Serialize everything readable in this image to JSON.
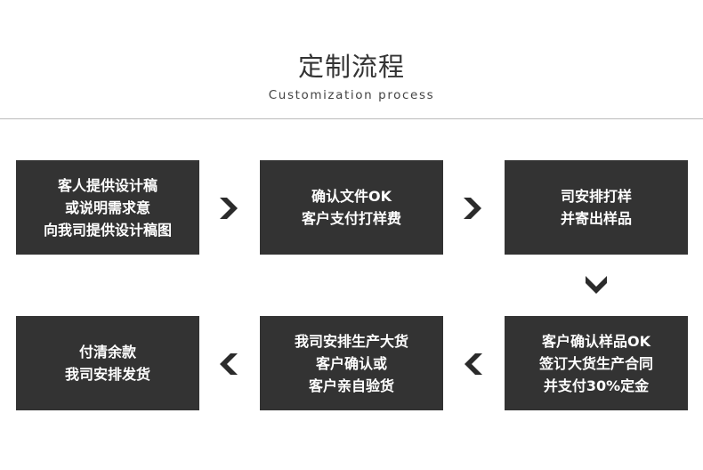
{
  "header": {
    "title": "定制流程",
    "subtitle": "Customization process"
  },
  "steps": [
    {
      "text": "客人提供设计稿\n或说明需求意\n向我司提供设计稿图"
    },
    {
      "text": "确认文件OK\n客户支付打样费"
    },
    {
      "text": "司安排打样\n并寄出样品"
    },
    {
      "text": "客户确认样品OK\n签订大货生产合同\n并支付30%定金"
    },
    {
      "text": "我司安排生产大货\n客户确认或\n客户亲自验货"
    },
    {
      "text": "付清余款\n我司安排发货"
    }
  ],
  "colors": {
    "box_fill": "#333333",
    "box_text": "#ffffff",
    "arrow": "#2b2b2b"
  },
  "icons": {
    "right": "chevron-right-icon",
    "down": "chevron-down-icon",
    "left": "chevron-left-icon"
  }
}
